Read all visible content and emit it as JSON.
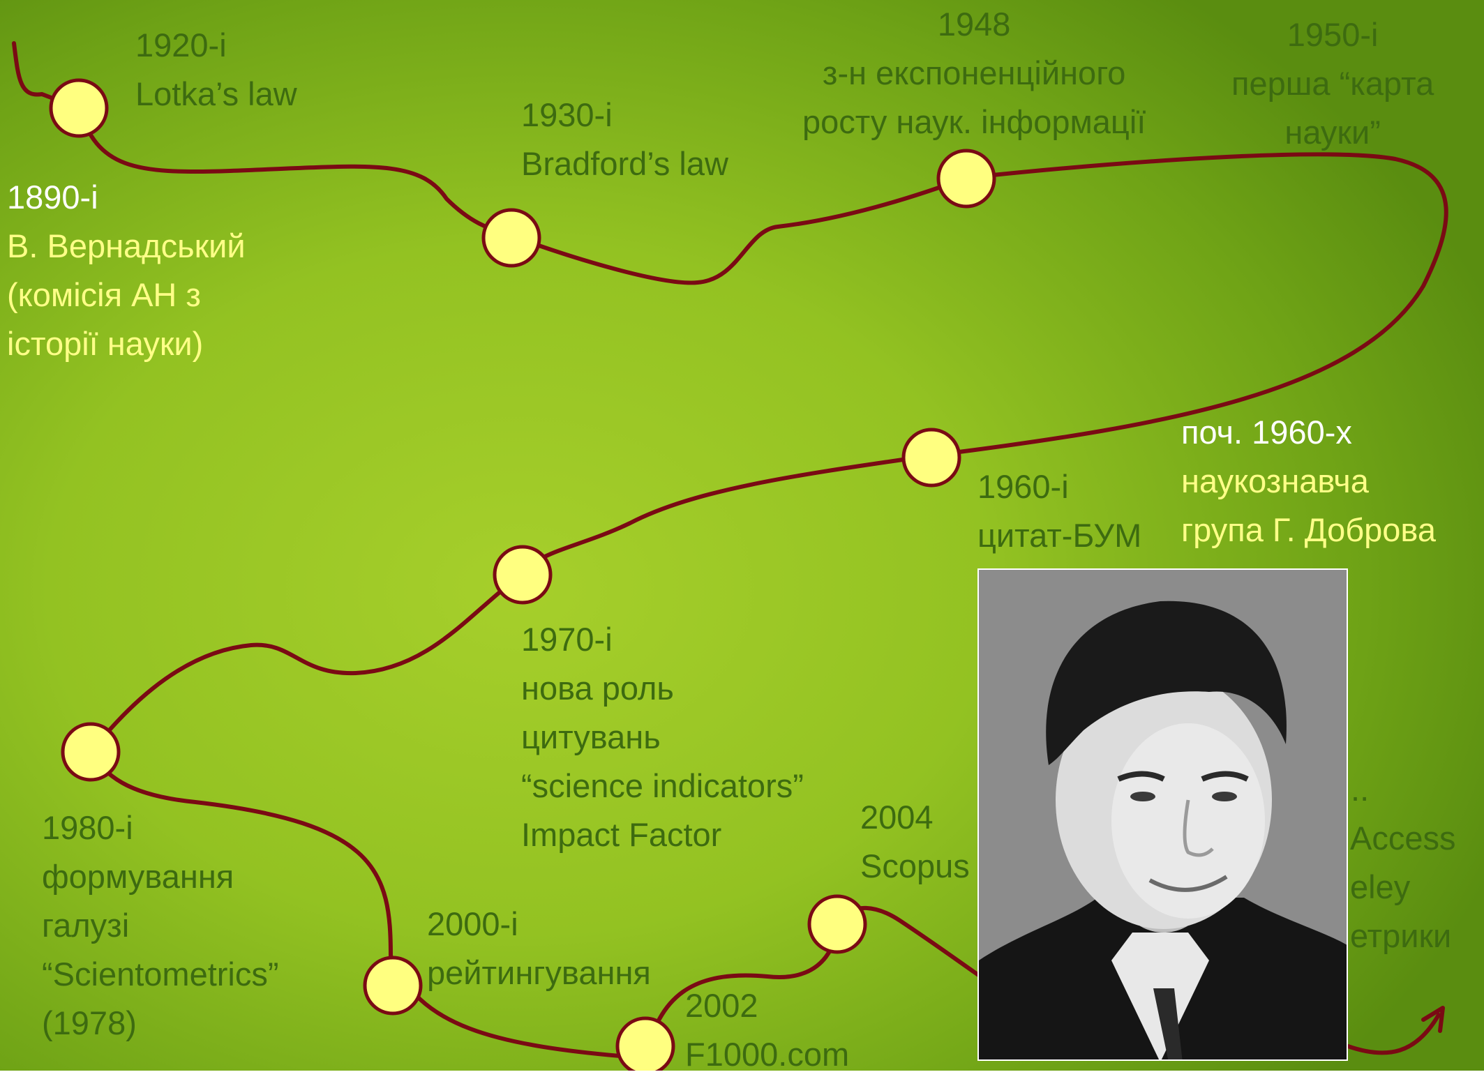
{
  "milestones": {
    "m1920": {
      "year": "1920-і",
      "desc": "Lotka’s law"
    },
    "m1890": {
      "year": "1890-і",
      "line1": "В. Вернадський",
      "line2": "(комісія АН з",
      "line3": "історії науки)"
    },
    "m1930": {
      "year": "1930-і",
      "desc": "Bradford’s law"
    },
    "m1948": {
      "year": "1948",
      "line1": "з-н експоненційного",
      "line2": "росту наук. інформації"
    },
    "m1950": {
      "year": "1950-і",
      "line1": "перша “карта",
      "line2": "науки”"
    },
    "m1960early": {
      "year": "поч. 1960-х",
      "line1": "наукознавча",
      "line2": "група Г. Доброва"
    },
    "m1960": {
      "year": "1960-і",
      "desc": "цитат-БУМ"
    },
    "m1970": {
      "year": "1970-і",
      "line1": "нова роль",
      "line2": "цитувань",
      "line3": "“science indicators”",
      "line4": "Impact Factor"
    },
    "m1980": {
      "year": "1980-і",
      "line1": "формування",
      "line2": "галузі",
      "line3": "“Scientometrics”",
      "line4": "(1978)"
    },
    "m2000": {
      "year": "2000-і",
      "desc": "рейтингування"
    },
    "m2002": {
      "year": "2002",
      "desc": "F1000.com"
    },
    "m2004": {
      "year": "2004",
      "desc": "Scopus"
    },
    "mLater": {
      "line0": "...",
      "line1": "Access",
      "line2": "eley",
      "line3": "етрики"
    }
  },
  "colors": {
    "path": "#7a0a14",
    "node_fill": "#ffff80",
    "node_stroke": "#7a0a14",
    "label_dark": "#3d6b10",
    "label_white": "#ffffff",
    "label_yellow": "#ffff88"
  }
}
